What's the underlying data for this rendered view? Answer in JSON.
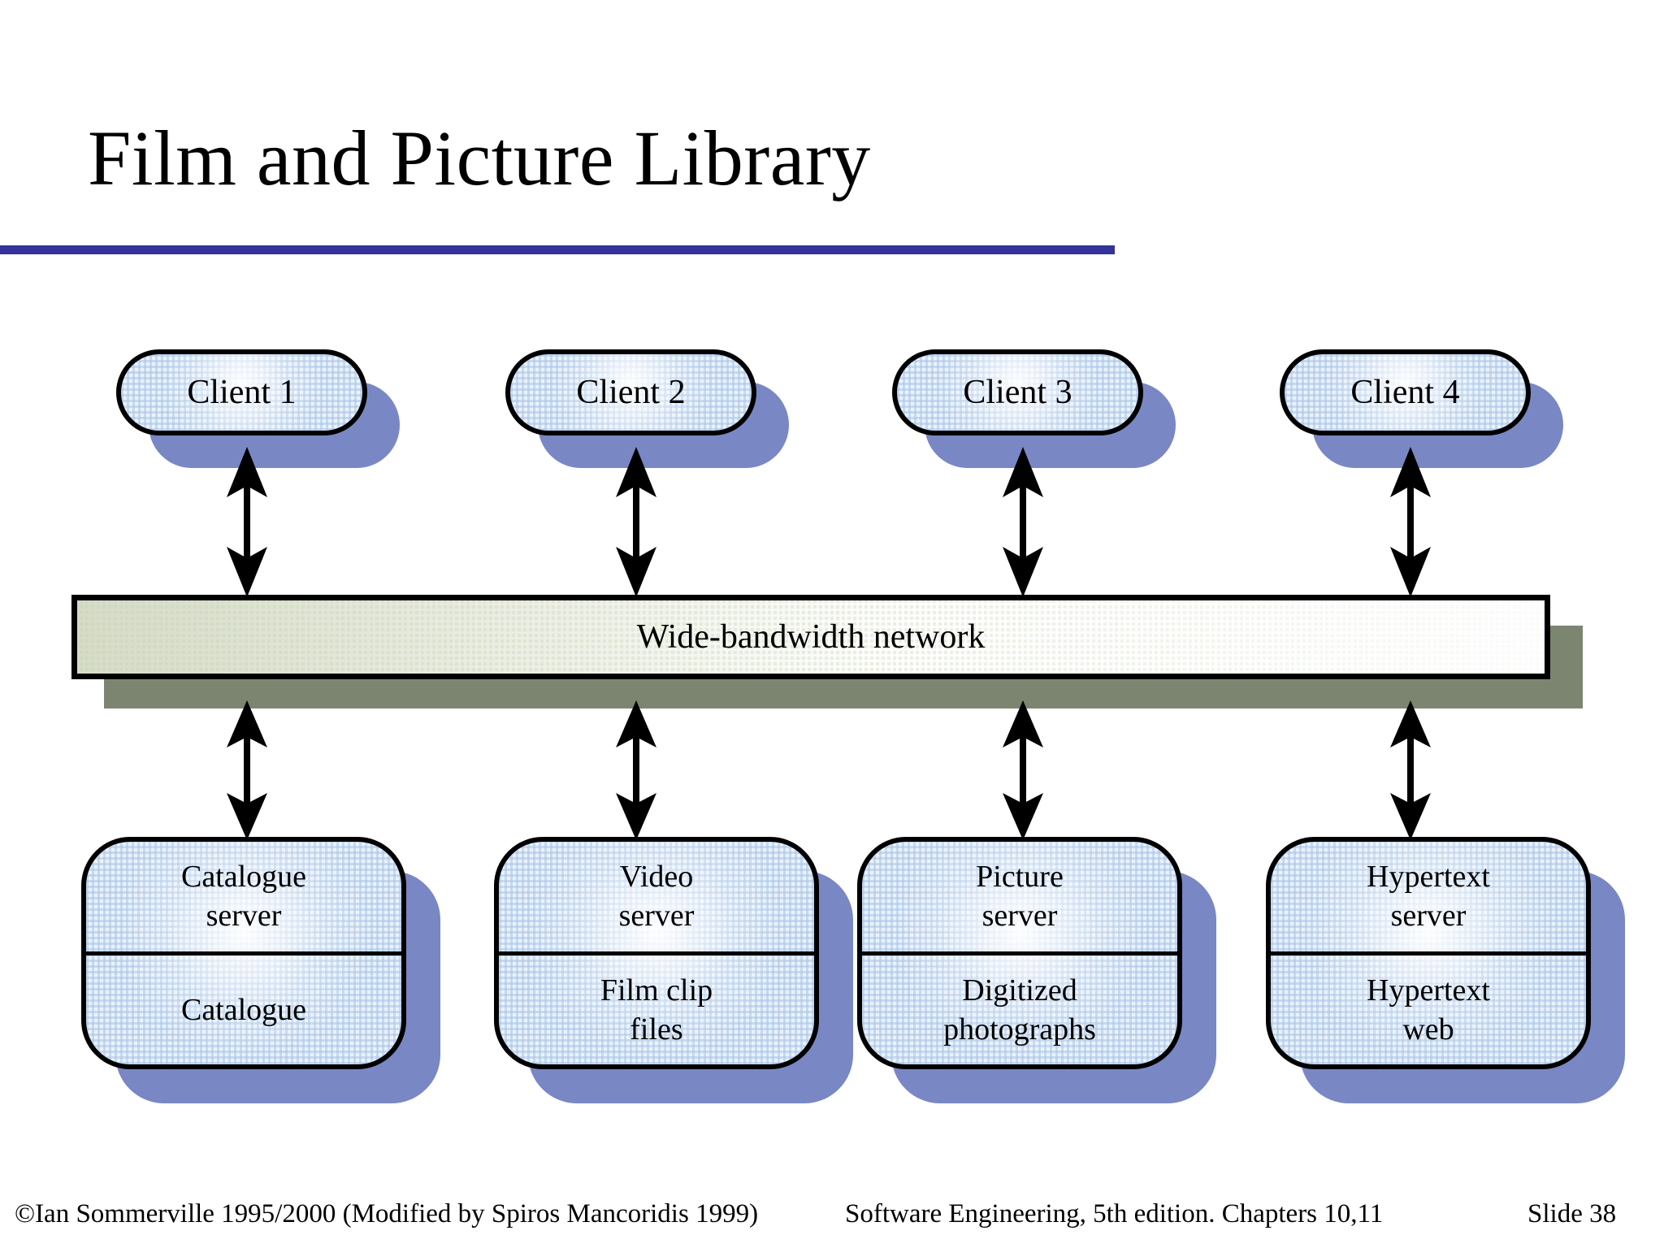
{
  "slide": {
    "title": "Film and Picture Library",
    "rule_color": "#33339A"
  },
  "diagram": {
    "clients": [
      {
        "label": "Client 1"
      },
      {
        "label": "Client 2"
      },
      {
        "label": "Client 3"
      },
      {
        "label": "Client 4"
      }
    ],
    "network": {
      "label": "Wide-bandwidth network",
      "fill_color": "#e7ecdd",
      "shadow_color": "#7C8570"
    },
    "servers": [
      {
        "title": "Catalogue\nserver",
        "title_line1": "Catalogue",
        "title_line2": "server",
        "store_line1": "Catalogue",
        "store_line2": ""
      },
      {
        "title": "Video\nserver",
        "title_line1": "Video",
        "title_line2": "server",
        "store_line1": "Film clip",
        "store_line2": "files"
      },
      {
        "title": "Picture\nserver",
        "title_line1": "Picture",
        "title_line2": "server",
        "store_line1": "Digitized",
        "store_line2": "photographs"
      },
      {
        "title": "Hypertext\nserver",
        "title_line1": "Hypertext",
        "title_line2": "server",
        "store_line1": "Hypertext",
        "store_line2": "web"
      }
    ],
    "node_fill_color": "#eaf2fb",
    "node_shadow_color": "#7987C4",
    "connector_type": "double-headed-arrow",
    "connector_count": 8
  },
  "footer": {
    "copyright": "©Ian Sommerville 1995/2000 (Modified by Spiros Mancoridis 1999)",
    "book": "Software Engineering, 5th edition. Chapters 10,11",
    "slide_number": "Slide  38"
  }
}
